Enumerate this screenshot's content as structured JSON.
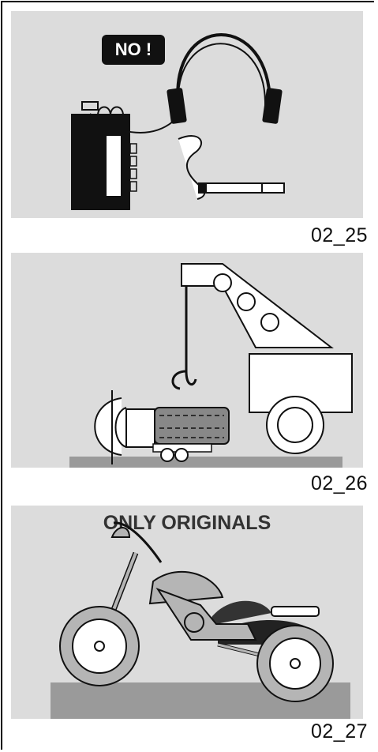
{
  "figures": [
    {
      "id": "fig-1",
      "caption": "02_25",
      "badge": "NO !"
    },
    {
      "id": "fig-2",
      "caption": "02_26"
    },
    {
      "id": "fig-3",
      "caption": "02_27",
      "heading": "ONLY ORIGINALS"
    }
  ],
  "colors": {
    "panel_bg": "#dcdcdc",
    "ink": "#111111",
    "ground": "#9a9a9a",
    "bike_body": "#b5b5b5"
  },
  "icons": [
    "headphones-icon",
    "cassette-player-icon",
    "cigarette-icon",
    "tow-truck-icon",
    "motorcycle-icon"
  ]
}
